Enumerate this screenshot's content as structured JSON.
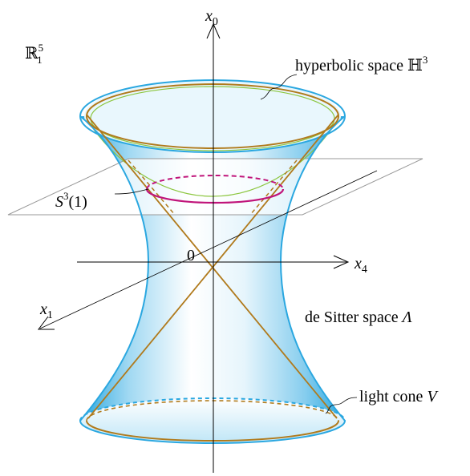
{
  "space_label": {
    "base": "ℝ",
    "sup": "5",
    "sub": "1"
  },
  "axes": {
    "x0": {
      "base": "x",
      "sub": "0"
    },
    "x4": {
      "base": "x",
      "sub": "4"
    },
    "x1": {
      "base": "x",
      "sub": "1"
    },
    "origin": "0"
  },
  "annotations": {
    "hyperbolic": {
      "text": "hyperbolic space ",
      "symbol": "ℍ",
      "sup": "3"
    },
    "sphere": {
      "base": "S",
      "sup": "3",
      "rest": "(1)"
    },
    "desitter": {
      "text": "de Sitter space ",
      "symbol": "Λ"
    },
    "lightcone": {
      "text": "light cone ",
      "symbol": "V"
    }
  },
  "colors": {
    "hyperboloid_edge": "#2aa7e0",
    "hyperboloid_fill": "#bfe6f7",
    "light_cone": "#b07a1c",
    "sphere": "#c0147a",
    "hyperbolic_curve": "#8cc63f",
    "plane": "#999999"
  }
}
